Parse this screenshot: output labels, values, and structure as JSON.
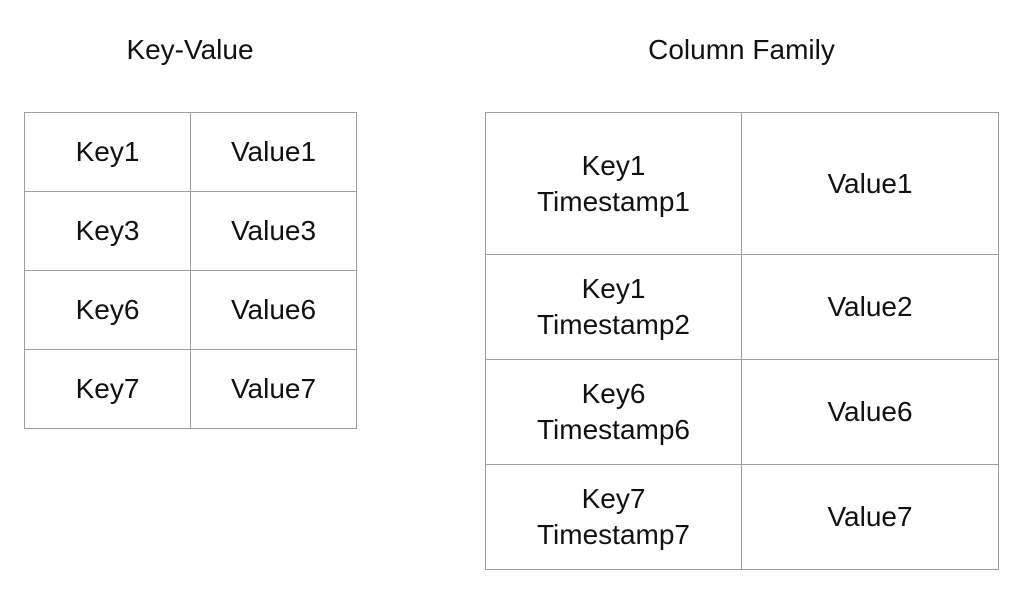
{
  "key_value": {
    "title": "Key-Value",
    "rows": [
      {
        "key": "Key1",
        "value": "Value1"
      },
      {
        "key": "Key3",
        "value": "Value3"
      },
      {
        "key": "Key6",
        "value": "Value6"
      },
      {
        "key": "Key7",
        "value": "Value7"
      }
    ]
  },
  "column_family": {
    "title": "Column Family",
    "rows": [
      {
        "key": "Key1",
        "timestamp": "Timestamp1",
        "value": "Value1"
      },
      {
        "key": "Key1",
        "timestamp": "Timestamp2",
        "value": "Value2"
      },
      {
        "key": "Key6",
        "timestamp": "Timestamp6",
        "value": "Value6"
      },
      {
        "key": "Key7",
        "timestamp": "Timestamp7",
        "value": "Value7"
      }
    ]
  }
}
